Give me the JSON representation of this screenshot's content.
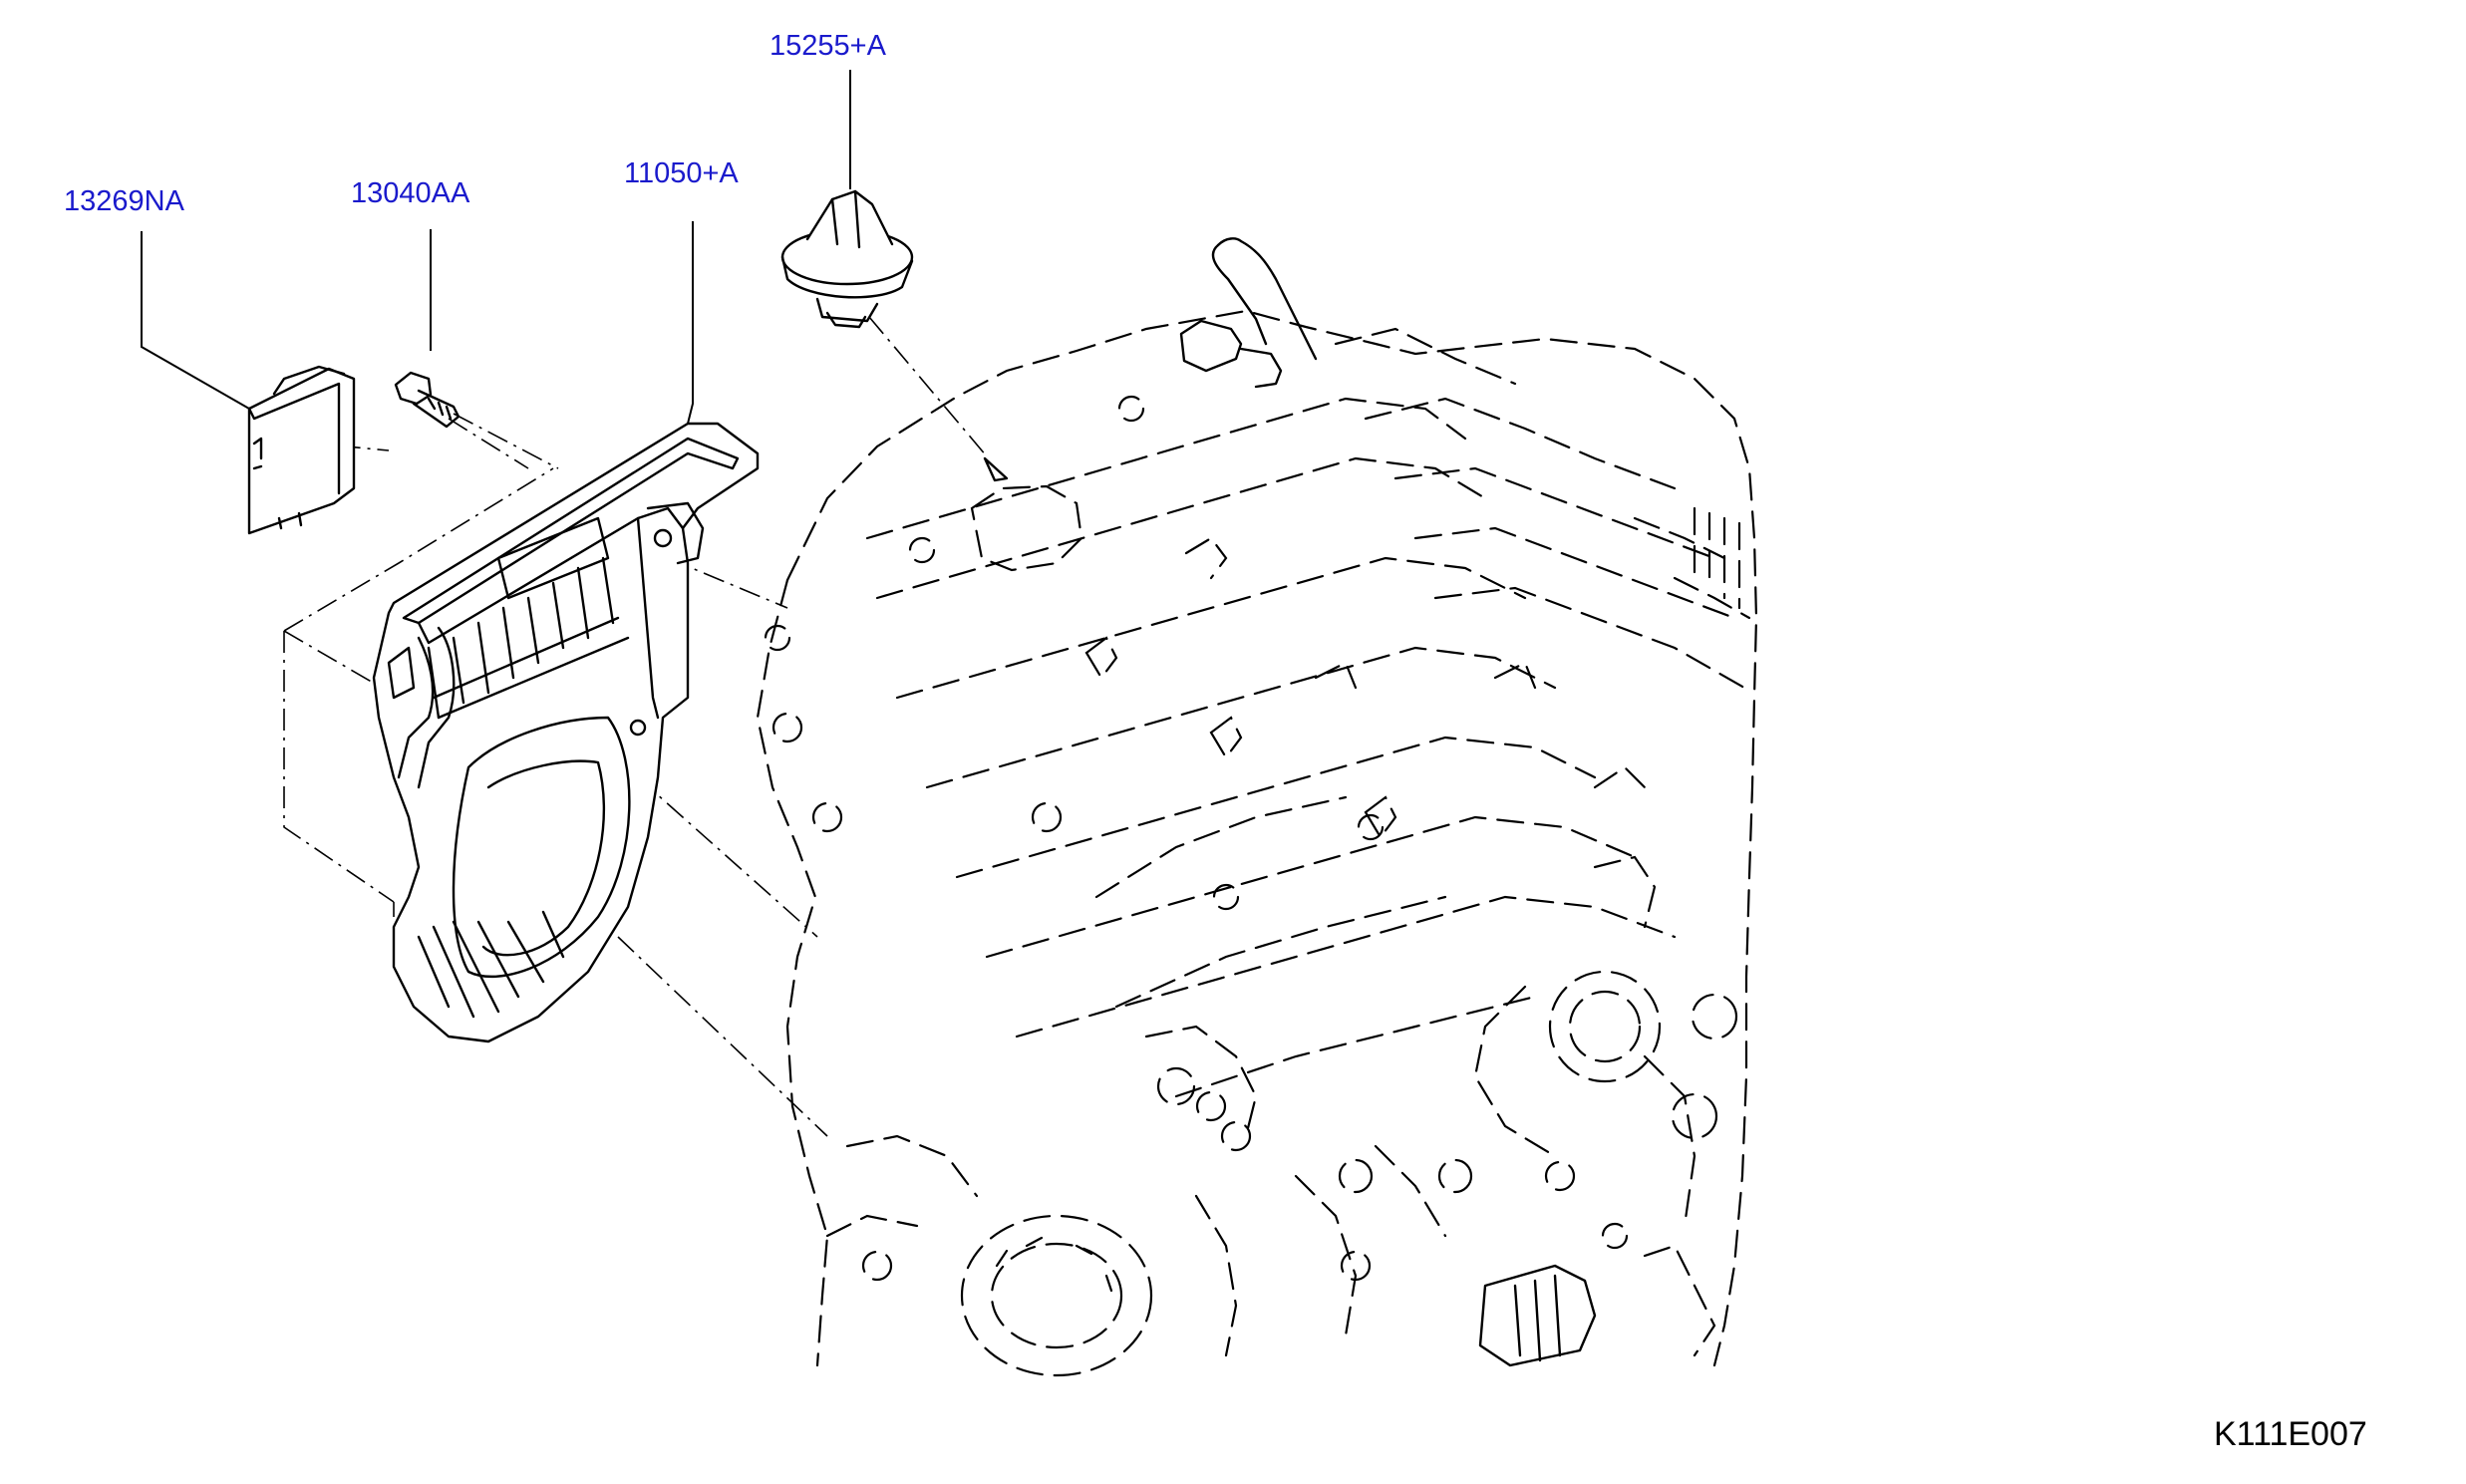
{
  "parts": [
    {
      "number": "13269NA",
      "name": "cover"
    },
    {
      "number": "13040AA",
      "name": "bolt"
    },
    {
      "number": "11050+A",
      "name": "front-cover"
    },
    {
      "number": "15255+A",
      "name": "oil-filler-cap"
    }
  ],
  "drawing_code": "K111E007",
  "colors": {
    "callout": "#1a1acc",
    "line": "#000000",
    "background": "#ffffff"
  }
}
